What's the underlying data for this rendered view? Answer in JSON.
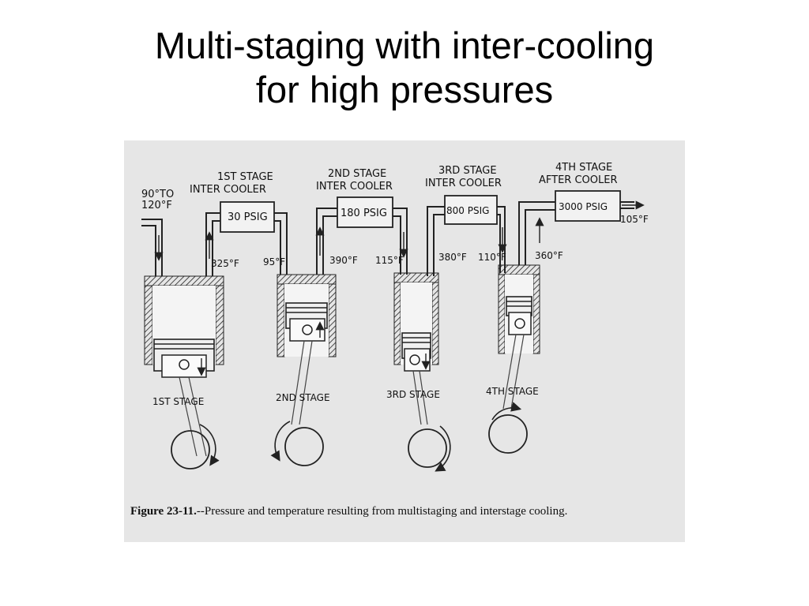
{
  "slide": {
    "title_line1": "Multi-staging with inter-cooling",
    "title_line2": "for high pressures"
  },
  "figure": {
    "inlet_temp_line1": "90°TO",
    "inlet_temp_line2": "120°F",
    "stages": [
      {
        "cooler_line1": "1ST STAGE",
        "cooler_line2": "INTER COOLER",
        "pressure": "30 PSIG",
        "discharge_temp": "325°F",
        "cooled_temp": "95°F",
        "stage_label": "1ST  STAGE"
      },
      {
        "cooler_line1": "2ND  STAGE",
        "cooler_line2": "INTER COOLER",
        "pressure": "180 PSIG",
        "discharge_temp": "390°F",
        "cooled_temp": "115°F",
        "stage_label": "2ND  STAGE"
      },
      {
        "cooler_line1": "3RD  STAGE",
        "cooler_line2": "INTER COOLER",
        "pressure": "800 PSIG",
        "discharge_temp": "380°F",
        "cooled_temp": "110°F",
        "stage_label": "3RD  STAGE"
      },
      {
        "cooler_line1": "4TH STAGE",
        "cooler_line2": "AFTER COOLER",
        "pressure": "3000 PSIG",
        "discharge_temp": "360°F",
        "cooled_temp": "105°F",
        "stage_label": "4TH  STAGE"
      }
    ],
    "caption_bold": "Figure 23-11.",
    "caption_rest": "--Pressure and temperature resulting from multistaging and interstage cooling."
  }
}
